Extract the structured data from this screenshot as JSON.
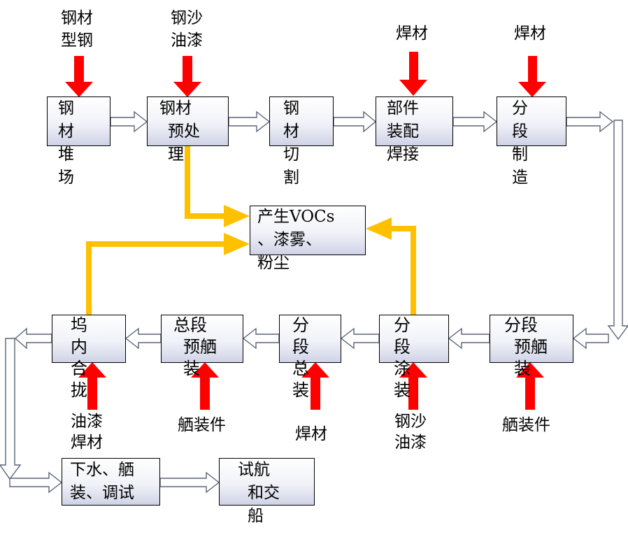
{
  "nodes": {
    "steel_yard": {
      "lines": [
        "钢",
        "材",
        "堆",
        "场"
      ]
    },
    "steel_pretreat": {
      "lines": [
        "钢材",
        "预处",
        "理"
      ]
    },
    "steel_cutting": {
      "lines": [
        "钢",
        "材",
        "切",
        "割"
      ]
    },
    "part_assembly": {
      "lines": [
        "部件",
        "装配",
        "焊接"
      ]
    },
    "block_fab": {
      "lines": [
        "分",
        "段",
        "制",
        "造"
      ]
    },
    "emissions": {
      "lines": [
        "产生VOCs",
        "、漆雾、",
        "粉尘"
      ]
    },
    "dock_closure": {
      "lines": [
        "坞",
        "内",
        "合",
        "拢"
      ]
    },
    "grand_block_outfit": {
      "lines": [
        "总段",
        "预舾",
        "装"
      ]
    },
    "block_erection": {
      "lines": [
        "分",
        "段",
        "总",
        "装"
      ]
    },
    "block_painting": {
      "lines": [
        "分",
        "段",
        "涂",
        "装"
      ]
    },
    "block_outfit": {
      "lines": [
        "分段",
        "预舾",
        "装"
      ]
    },
    "launch_outfit": {
      "lines": [
        "下水、舾",
        "装、调试"
      ]
    },
    "trial_delivery": {
      "lines": [
        "试航",
        "和交",
        "船"
      ]
    }
  },
  "inputs": {
    "steel_profile": {
      "lines": [
        "钢材",
        "型钢"
      ]
    },
    "grit_paint_top": {
      "lines": [
        "钢沙",
        "油漆"
      ]
    },
    "weld_top_1": {
      "lines": [
        "焊材"
      ]
    },
    "weld_top_2": {
      "lines": [
        "焊材"
      ]
    },
    "paint_weld_bottom": {
      "lines": [
        "油漆",
        "焊材"
      ]
    },
    "outfit_parts_1": {
      "lines": [
        "舾装件"
      ]
    },
    "weld_bottom": {
      "lines": [
        "焊材"
      ]
    },
    "grit_paint_bottom": {
      "lines": [
        "钢沙",
        "油漆"
      ]
    },
    "outfit_parts_2": {
      "lines": [
        "舾装件"
      ]
    }
  },
  "colors": {
    "input_arrow": "#ff0000",
    "emission_arrow": "#ffc000",
    "flow_arrow_fill": "#ffffff",
    "flow_arrow_stroke": "#5a6478",
    "box_border": "#000000"
  }
}
